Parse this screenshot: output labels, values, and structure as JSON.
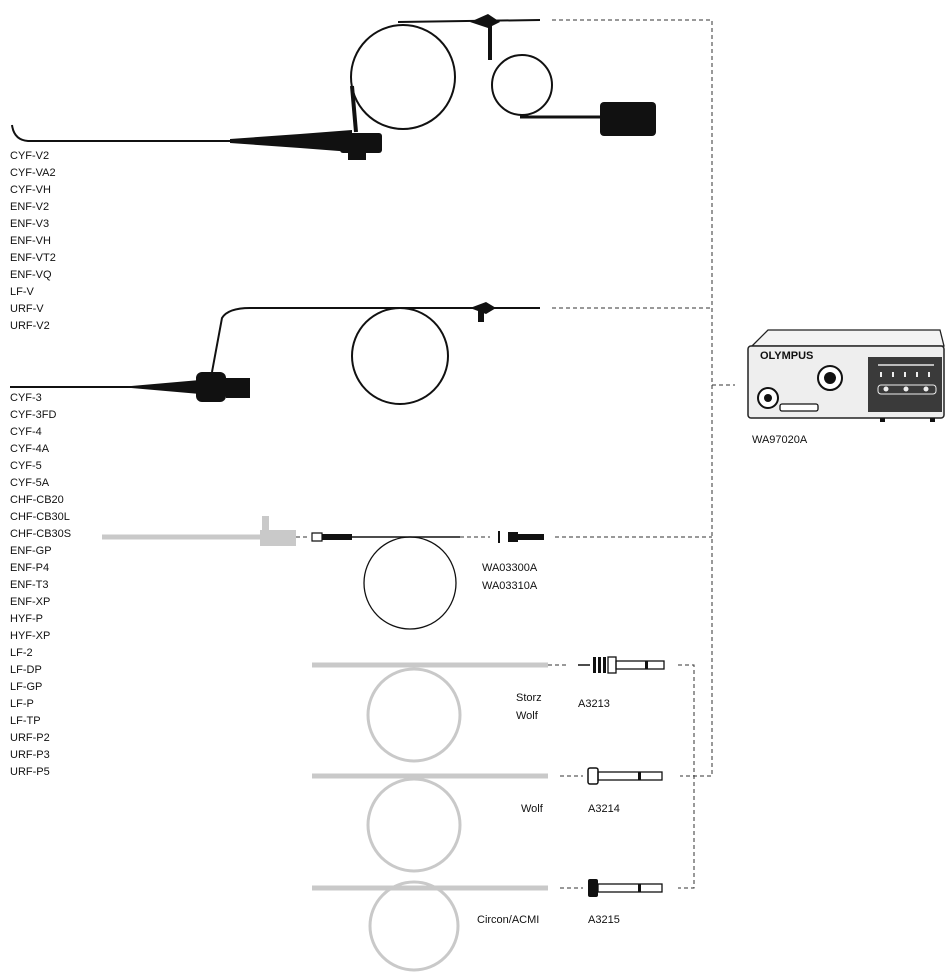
{
  "groups": {
    "videoscopes": [
      "CYF-V2",
      "CYF-VA2",
      "CYF-VH",
      "ENF-V2",
      "ENF-V3",
      "ENF-VH",
      "ENF-VT2",
      "ENF-VQ",
      "LF-V",
      "URF-V",
      "URF-V2"
    ],
    "fiberscopes": [
      "CYF-3",
      "CYF-3FD",
      "CYF-4",
      "CYF-4A",
      "CYF-5",
      "CYF-5A",
      "CHF-CB20",
      "CHF-CB30L",
      "CHF-CB30S",
      "ENF-GP",
      "ENF-P4",
      "ENF-T3",
      "ENF-XP",
      "HYF-P",
      "HYF-XP",
      "LF-2",
      "LF-DP",
      "LF-GP",
      "LF-P",
      "LF-TP",
      "URF-P2",
      "URF-P3",
      "URF-P5"
    ]
  },
  "device": {
    "label": "WA97020A",
    "brand": "OLYMPUS"
  },
  "cables": {
    "wa_labels": [
      "WA03300A",
      "WA03310A"
    ]
  },
  "adapters": [
    {
      "scope": [
        "Storz",
        "Wolf"
      ],
      "code": "A3213"
    },
    {
      "scope": [
        "Wolf"
      ],
      "code": "A3214"
    },
    {
      "scope": [
        "Circon/ACMI"
      ],
      "code": "A3215"
    }
  ],
  "colors": {
    "ink": "#111111",
    "grey": "#c9c9c9",
    "device": "#eeeeee",
    "dash": "#333333"
  }
}
